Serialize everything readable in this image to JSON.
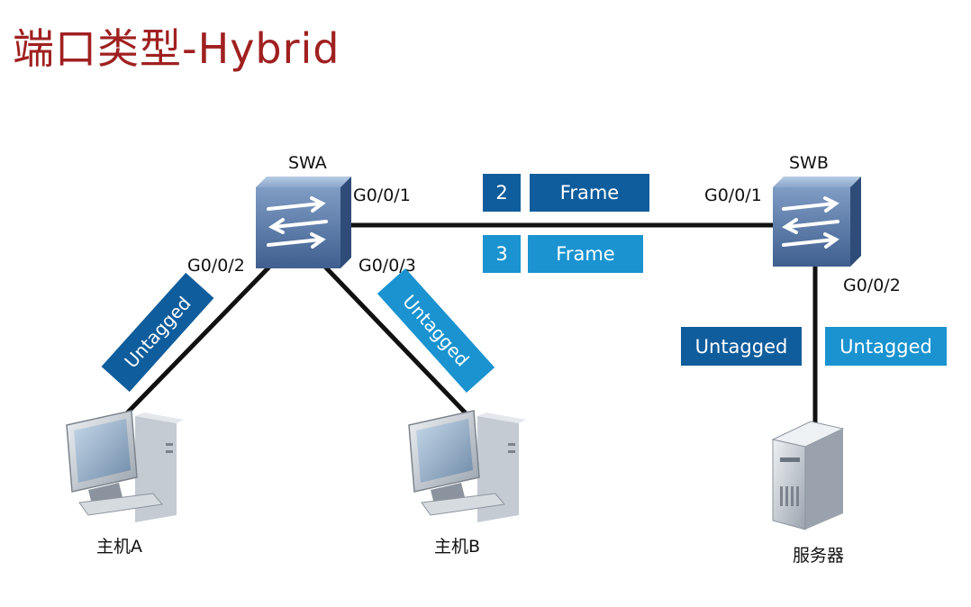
{
  "title": "端口类型-Hybrid",
  "switches": {
    "swa": {
      "name": "SWA"
    },
    "swb": {
      "name": "SWB"
    }
  },
  "ports": {
    "swa_g1": "G0/0/1",
    "swa_g2": "G0/0/2",
    "swa_g3": "G0/0/3",
    "swb_g1": "G0/0/1",
    "swb_g2": "G0/0/2"
  },
  "frames": {
    "top": {
      "vlan": "2",
      "label": "Frame"
    },
    "bottom": {
      "vlan": "3",
      "label": "Frame"
    }
  },
  "tags": {
    "host_a": "Untagged",
    "host_b": "Untagged",
    "server_left": "Untagged",
    "server_right": "Untagged"
  },
  "devices": {
    "host_a": "主机A",
    "host_b": "主机B",
    "server": "服务器"
  },
  "colors": {
    "title": "#a02020",
    "dark_blue": "#0f5d9c",
    "light_blue": "#1a93d0",
    "switch": "#5b7aa6"
  },
  "icons": [
    "switch-icon",
    "pc-icon",
    "server-icon"
  ]
}
